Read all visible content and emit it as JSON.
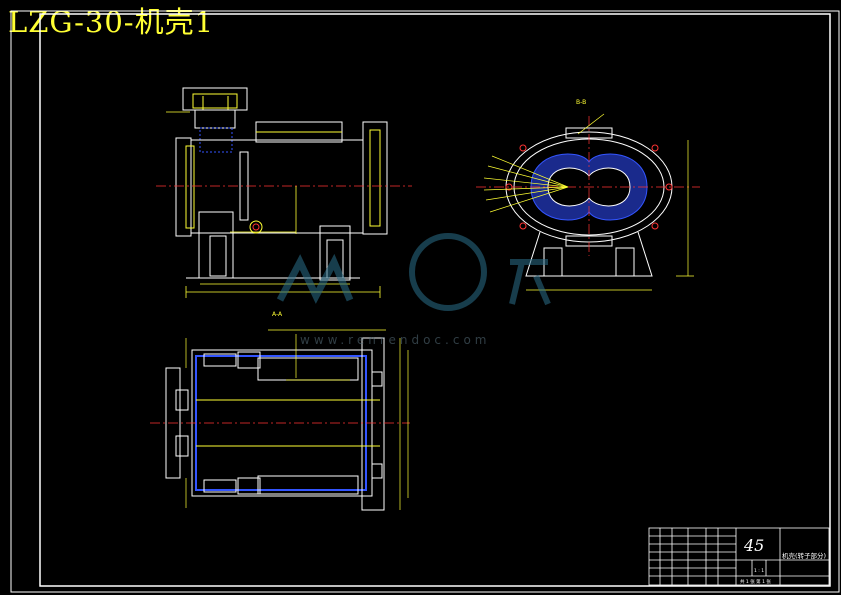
{
  "drawing": {
    "title": "LZG-30-机壳1",
    "view_labels": {
      "section_bb": "B-B",
      "section_aa": "A-A"
    },
    "watermark": {
      "site": "www.renrendoc.com"
    }
  },
  "title_block": {
    "code": "45",
    "name": "机壳(转子部分)",
    "scale_row": "1 : 1",
    "sheet_row": "共 1 张 第 1 张",
    "colors": {
      "frame": "#ffffff",
      "part": "#ffffff",
      "dims": "#ffff33"
    }
  }
}
